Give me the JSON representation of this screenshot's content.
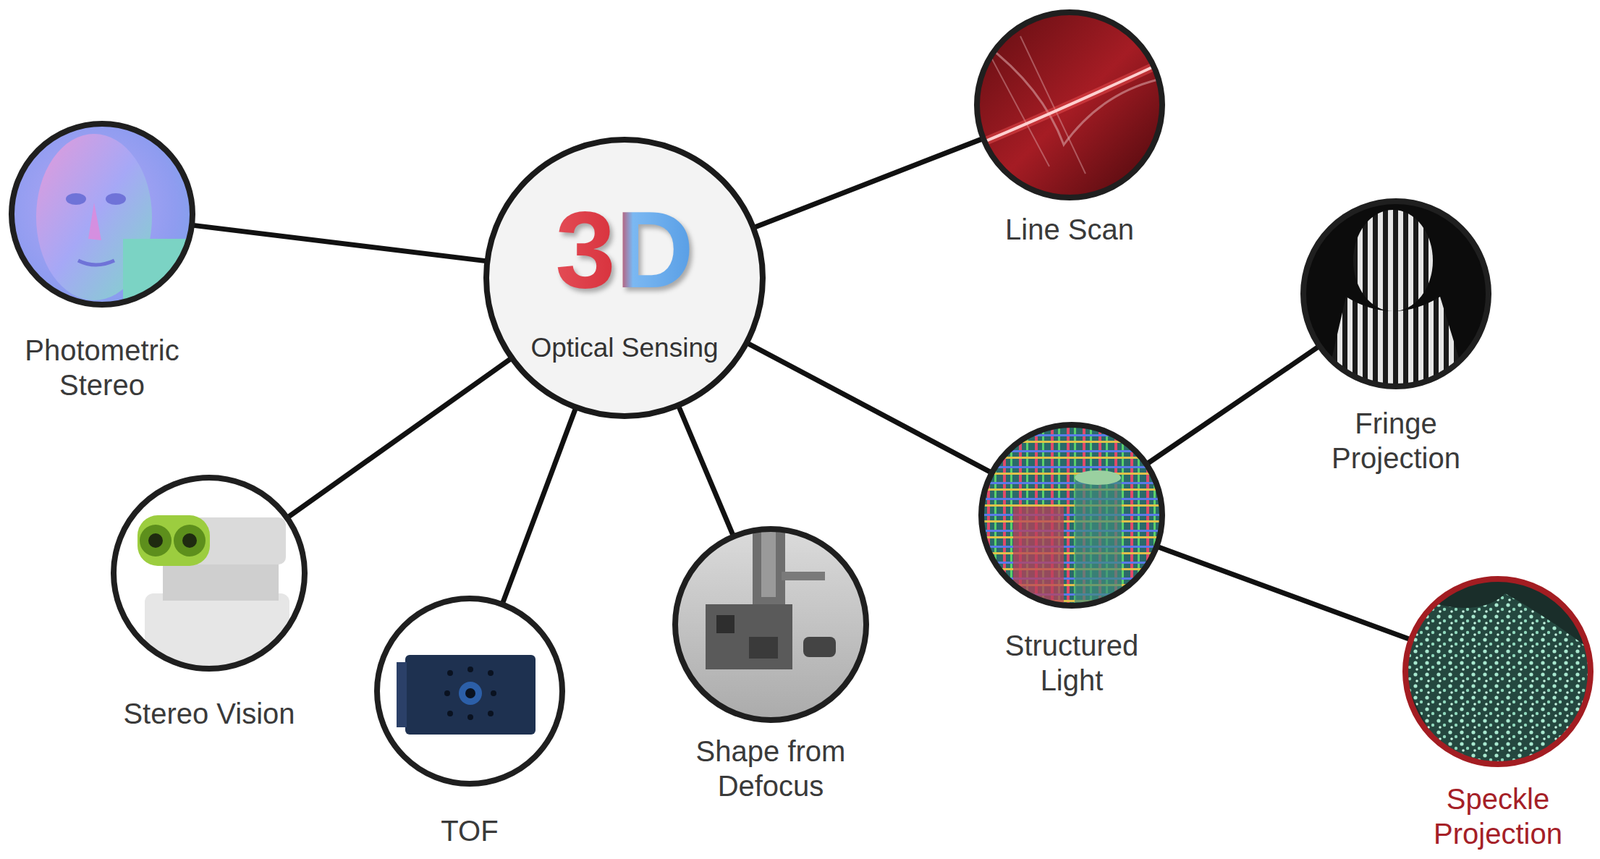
{
  "diagram": {
    "nodes": [
      {
        "text": [
          "3D",
          "Optical Sensing"
        ]
      },
      {
        "text": [
          "Photometric Stereo"
        ]
      },
      {
        "text": [
          "Stereo Vision"
        ]
      },
      {
        "text": [
          "TOF"
        ]
      },
      {
        "text": [
          "Shape from Defocus"
        ]
      },
      {
        "text": [
          "Line Scan"
        ]
      },
      {
        "text": [
          "Structured Light"
        ]
      },
      {
        "text": [
          "Fringe Projection"
        ]
      },
      {
        "text": [
          "Speckle Projection"
        ]
      }
    ],
    "edges": [
      {
        "from": 0,
        "to": 1,
        "arrow": "none"
      },
      {
        "from": 0,
        "to": 2,
        "arrow": "none"
      },
      {
        "from": 0,
        "to": 3,
        "arrow": "none"
      },
      {
        "from": 0,
        "to": 4,
        "arrow": "none"
      },
      {
        "from": 0,
        "to": 5,
        "arrow": "none"
      },
      {
        "from": 0,
        "to": 6,
        "arrow": "none"
      },
      {
        "from": 6,
        "to": 7,
        "arrow": "none"
      },
      {
        "from": 6,
        "to": 8,
        "arrow": "none"
      }
    ]
  }
}
